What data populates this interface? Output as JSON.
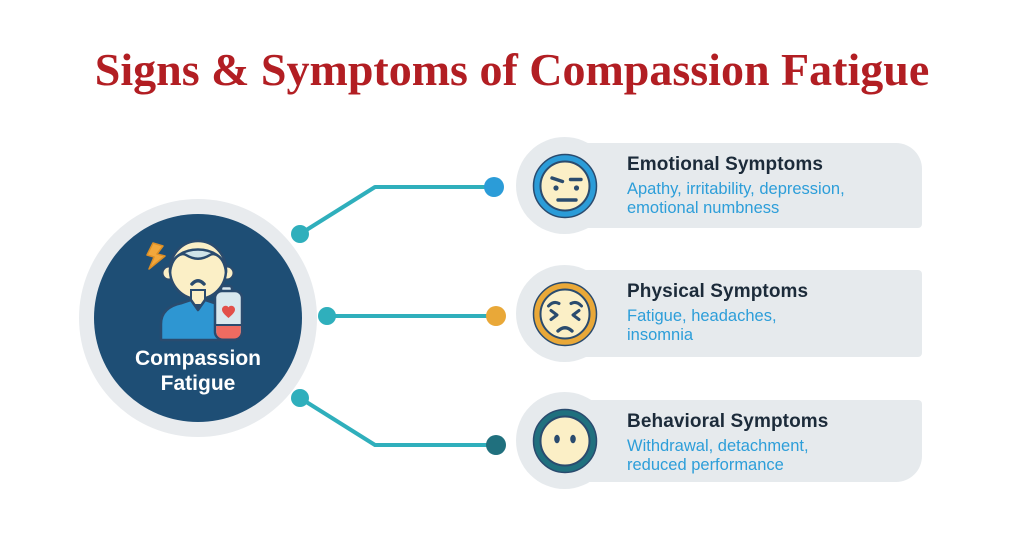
{
  "title": {
    "text": "Signs & Symptoms of Compassion Fatigue",
    "color": "#B21E23"
  },
  "hub": {
    "label_lines": [
      "Compassion",
      "Fatigue"
    ],
    "illustration": "person-with-low-battery",
    "bg_color": "#1E4E75",
    "ring_color": "#E8EBEE"
  },
  "connectors": {
    "line_color": "#2FAFBC",
    "node_color": "#2FAFBC"
  },
  "cards": [
    {
      "heading": "Emotional Symptoms",
      "description_lines": [
        "Apathy, irritability, depression,",
        "emotional numbness"
      ],
      "accent": "#2B9CD8",
      "face": "unamused-face"
    },
    {
      "heading": "Physical Symptoms",
      "description_lines": [
        "Fatigue, headaches,",
        "insomnia"
      ],
      "accent": "#E9A838",
      "face": "distressed-face"
    },
    {
      "heading": "Behavioral Symptoms",
      "description_lines": [
        "Withdrawal, detachment,",
        "reduced performance"
      ],
      "accent": "#20707E",
      "face": "neutral-face"
    }
  ],
  "colors": {
    "card_bg": "#E6EAED",
    "heading_text": "#1C2B3A",
    "body_text": "#2D9ED9",
    "face_fill": "#FBEFC6",
    "face_stroke": "#2A4B6E",
    "shirt_blue": "#2E96D2",
    "battery_red": "#EE6B61",
    "bolt_amber": "#F2A83C"
  }
}
